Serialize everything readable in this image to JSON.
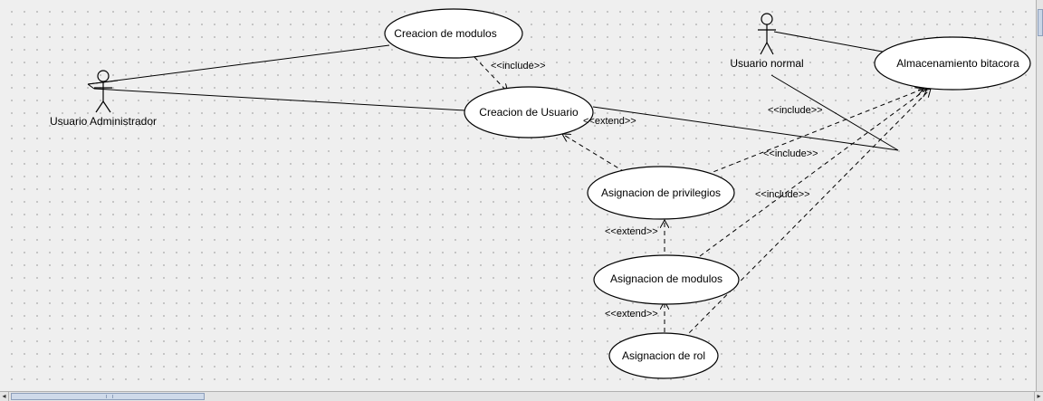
{
  "diagram": {
    "actors": {
      "admin": "Usuario Administrador",
      "normal": "Usuario normal"
    },
    "use_cases": {
      "creacion_modulos": "Creacion de  modulos",
      "creacion_usuario": "Creacion de  Usuario",
      "almacenamiento": "Almacenamiento bitacora",
      "asig_privilegios": "Asignacion de privilegios",
      "asig_modulos": "Asignacion de modulos",
      "asig_rol": "Asignacion de rol"
    },
    "stereotypes": {
      "include_modulos_usuario": "<<include>>",
      "extend_privilegios_usuario": "<<extend>>",
      "include_usuario_bitacora": "<<include>>",
      "include_privilegios_bitacora": "<<include>>",
      "include_modulos_bitacora": "<<include>>",
      "extend_modulos_privilegios": "<<extend>>",
      "extend_rol_modulos": "<<extend>>"
    }
  },
  "scrollbars": {
    "left_arrow_icon": "◂",
    "right_arrow_icon": "▸"
  }
}
